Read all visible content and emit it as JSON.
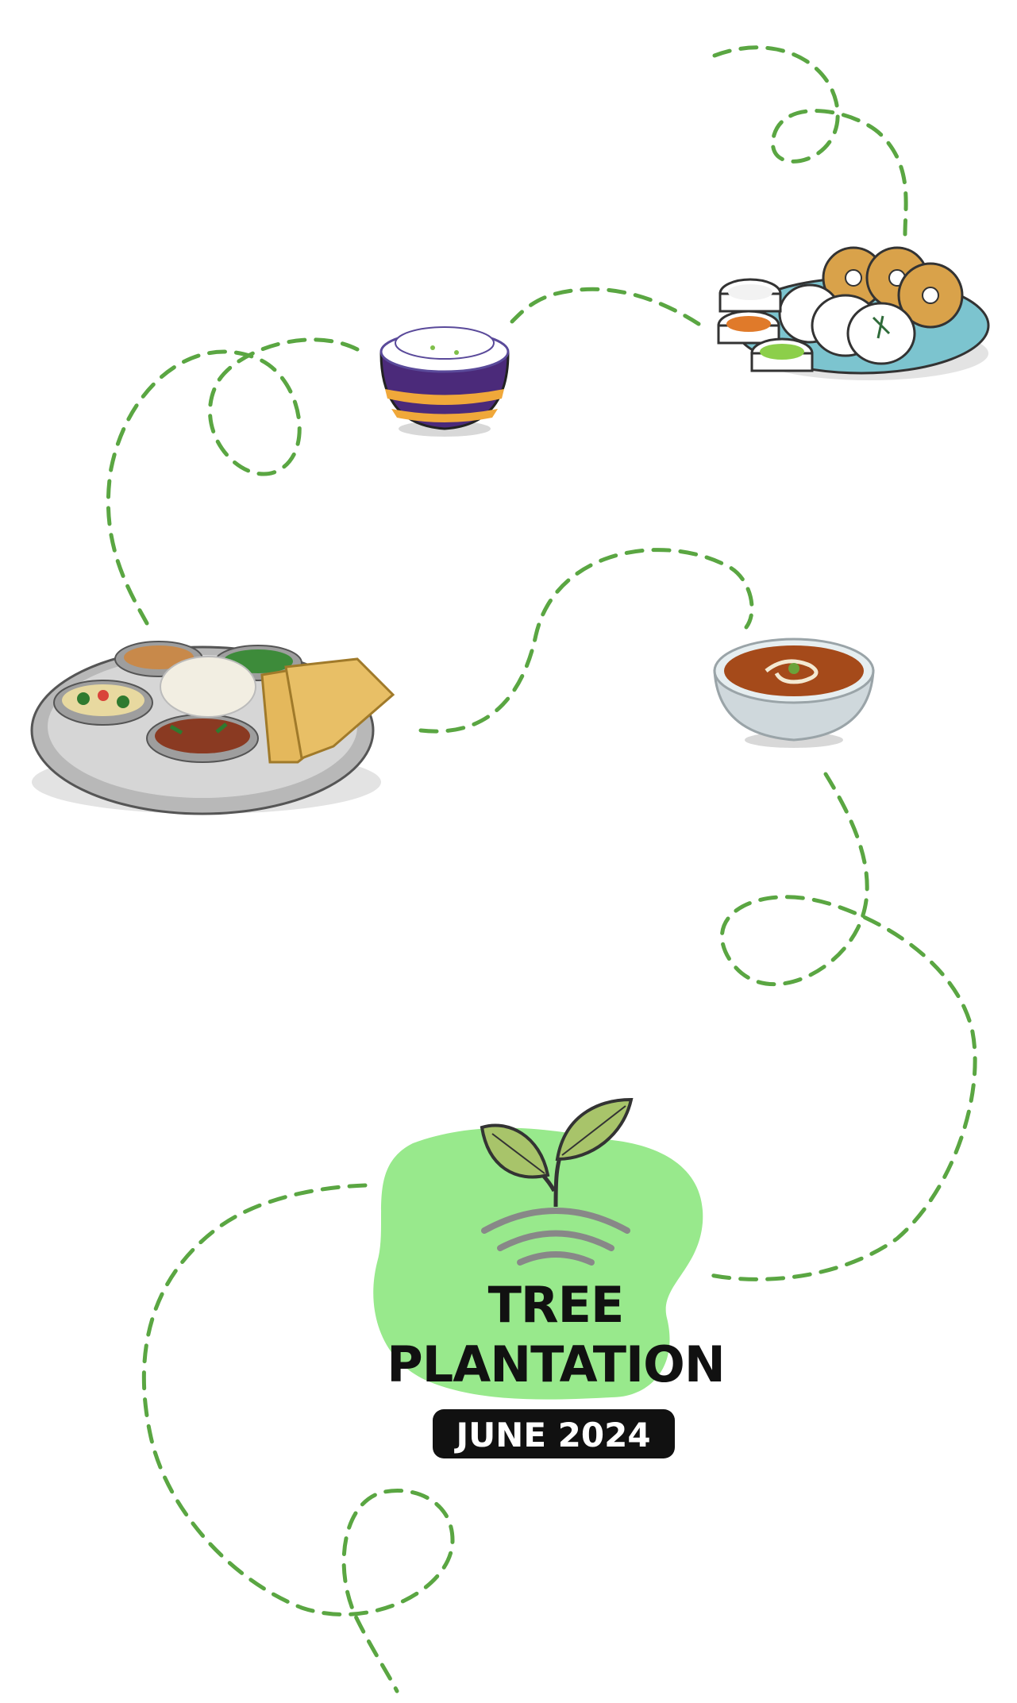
{
  "event": {
    "title_line1": "TREE",
    "title_line2": "PLANTATION",
    "date": "JUNE 2024"
  },
  "colors": {
    "path": "#5aa642",
    "blob": "#98e98c",
    "badge": "#111111",
    "leaf": "#a8c46a"
  },
  "illustrations": [
    {
      "name": "idli-vada-platter-icon"
    },
    {
      "name": "rice-bowl-icon"
    },
    {
      "name": "thali-plate-icon"
    },
    {
      "name": "dal-bowl-icon"
    },
    {
      "name": "sapling-icon"
    }
  ]
}
